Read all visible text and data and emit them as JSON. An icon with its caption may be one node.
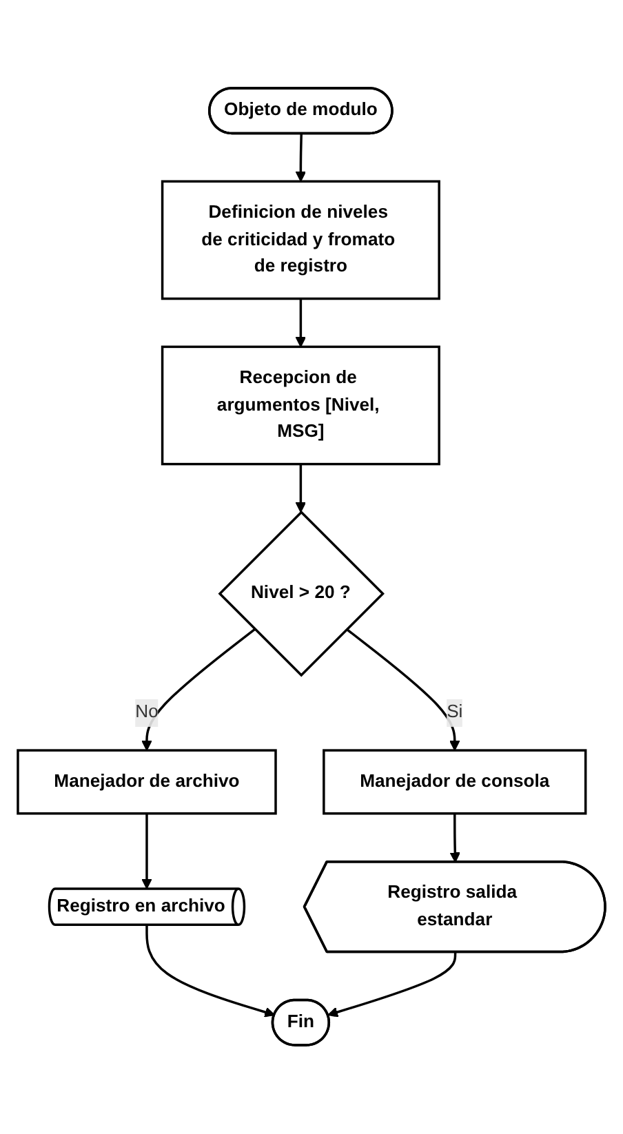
{
  "diagram": {
    "nodes": [
      {
        "text": [
          "Objeto de modulo"
        ]
      },
      {
        "text": [
          "Definicion de niveles de criticidad y fromato de registro"
        ]
      },
      {
        "text": [
          "Recepcion de argumentos [Nivel, MSG]"
        ]
      },
      {
        "text": [
          "Nivel > 20 ?"
        ]
      },
      {
        "text": [
          "Manejador de consola"
        ]
      },
      {
        "text": [
          "Manejador de archivo"
        ]
      },
      {
        "text": [
          "Registro en archivo"
        ]
      },
      {
        "text": [
          "Registro salida estandar"
        ]
      },
      {
        "text": [
          "Fin"
        ]
      }
    ],
    "edges": [
      {
        "from": 0,
        "to": 1,
        "arrow": "to"
      },
      {
        "from": 1,
        "to": 2,
        "arrow": "to"
      },
      {
        "from": 2,
        "to": 3,
        "arrow": "to"
      },
      {
        "from": 3,
        "to": 4,
        "label": "Si",
        "arrow": "to"
      },
      {
        "from": 3,
        "to": 5,
        "label": "No",
        "arrow": "to"
      },
      {
        "from": 5,
        "to": 6,
        "arrow": "to"
      },
      {
        "from": 4,
        "to": 7,
        "arrow": "to"
      },
      {
        "from": 6,
        "to": 8,
        "arrow": "to"
      },
      {
        "from": 7,
        "to": 8,
        "arrow": "to"
      }
    ]
  }
}
